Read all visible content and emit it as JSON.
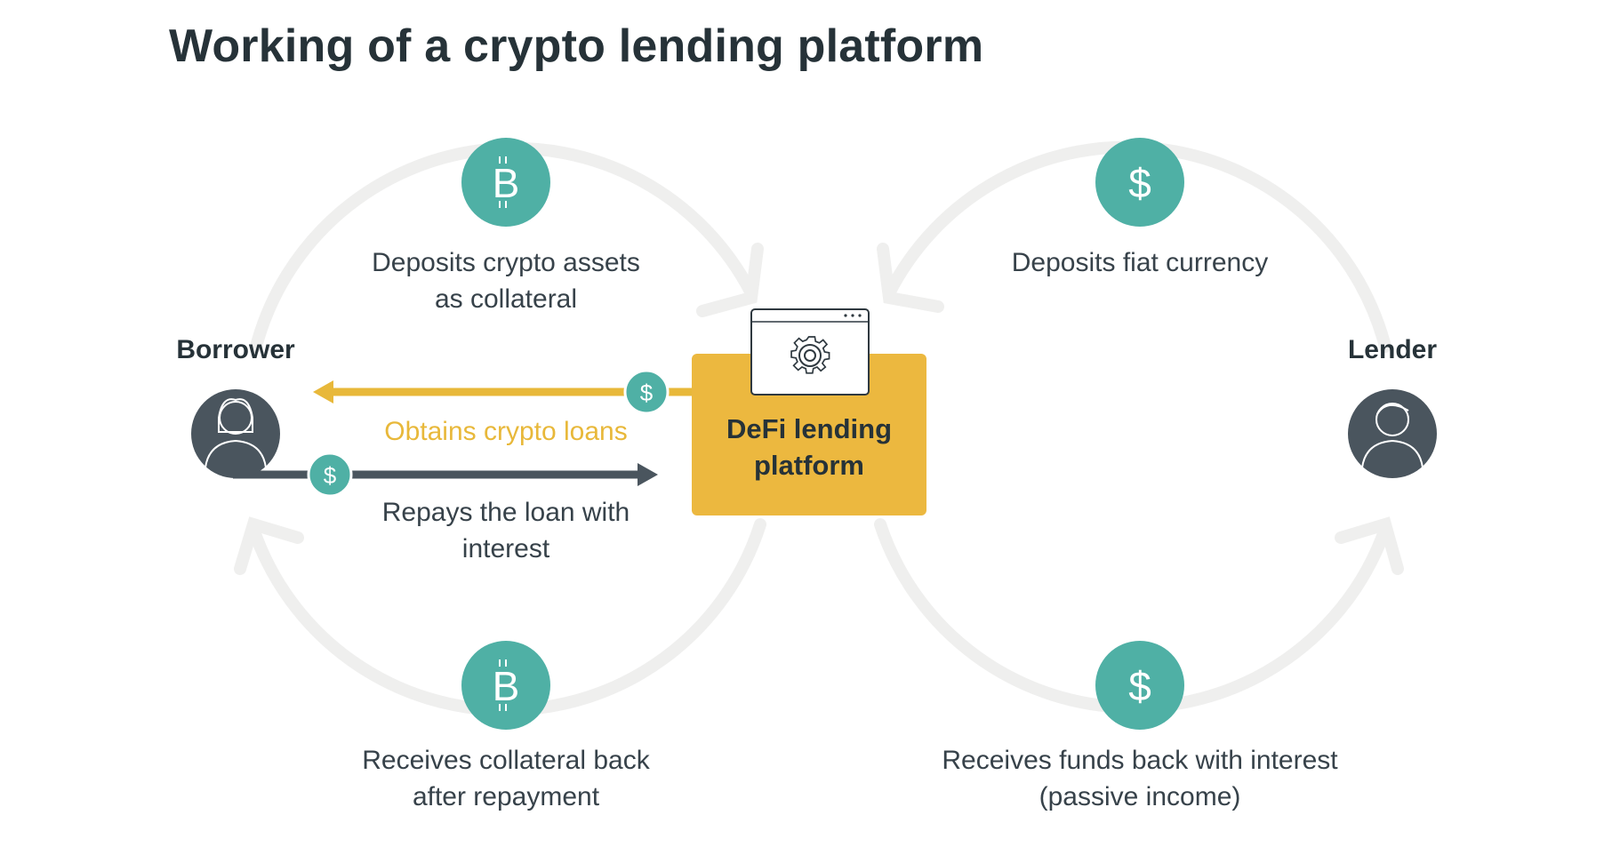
{
  "title": "Working of a crypto lending platform",
  "borrower": {
    "label": "Borrower"
  },
  "lender": {
    "label": "Lender"
  },
  "platform": {
    "line1": "DeFi lending",
    "line2": "platform"
  },
  "steps": {
    "borrower_deposit": {
      "line1": "Deposits crypto assets",
      "line2": "as collateral",
      "icon": "bitcoin-icon"
    },
    "borrower_obtain": {
      "text": "Obtains crypto loans",
      "icon": "dollar-icon"
    },
    "borrower_repay": {
      "line1": "Repays the loan with",
      "line2": "interest",
      "icon": "dollar-icon"
    },
    "borrower_receive": {
      "line1": "Receives collateral back",
      "line2": "after repayment",
      "icon": "bitcoin-icon"
    },
    "lender_deposit": {
      "text": "Deposits fiat currency",
      "icon": "dollar-icon"
    },
    "lender_receive": {
      "line1": "Receives funds back with interest",
      "line2": "(passive income)",
      "icon": "dollar-icon"
    }
  },
  "icon_glyphs": {
    "bitcoin": "B",
    "dollar": "$"
  },
  "colors": {
    "teal": "#4fb0a5",
    "yellow": "#e8b83a",
    "dark": "#4a555e",
    "arc": "#efefee",
    "platform": "#ecb83f"
  }
}
